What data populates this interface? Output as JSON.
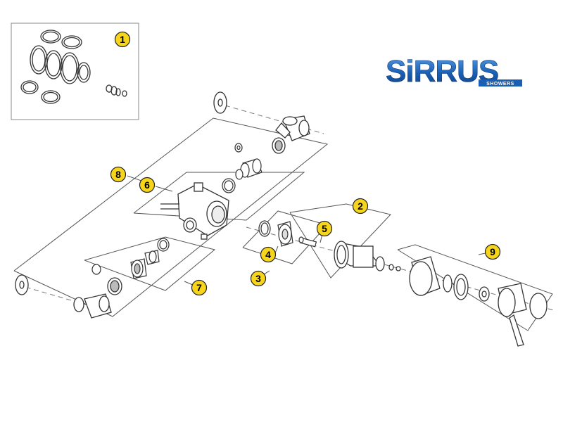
{
  "brand": {
    "name": "SiRRUS",
    "tagline": "SHOWERS",
    "color": "#1a5fb4"
  },
  "callout_color": "#f6d51a",
  "callouts": [
    {
      "id": "c1",
      "label": "1"
    },
    {
      "id": "c2",
      "label": "2"
    },
    {
      "id": "c3",
      "label": "3"
    },
    {
      "id": "c4",
      "label": "4"
    },
    {
      "id": "c5",
      "label": "5"
    },
    {
      "id": "c6",
      "label": "6"
    },
    {
      "id": "c7",
      "label": "7"
    },
    {
      "id": "c8",
      "label": "8"
    },
    {
      "id": "c9",
      "label": "9"
    }
  ]
}
